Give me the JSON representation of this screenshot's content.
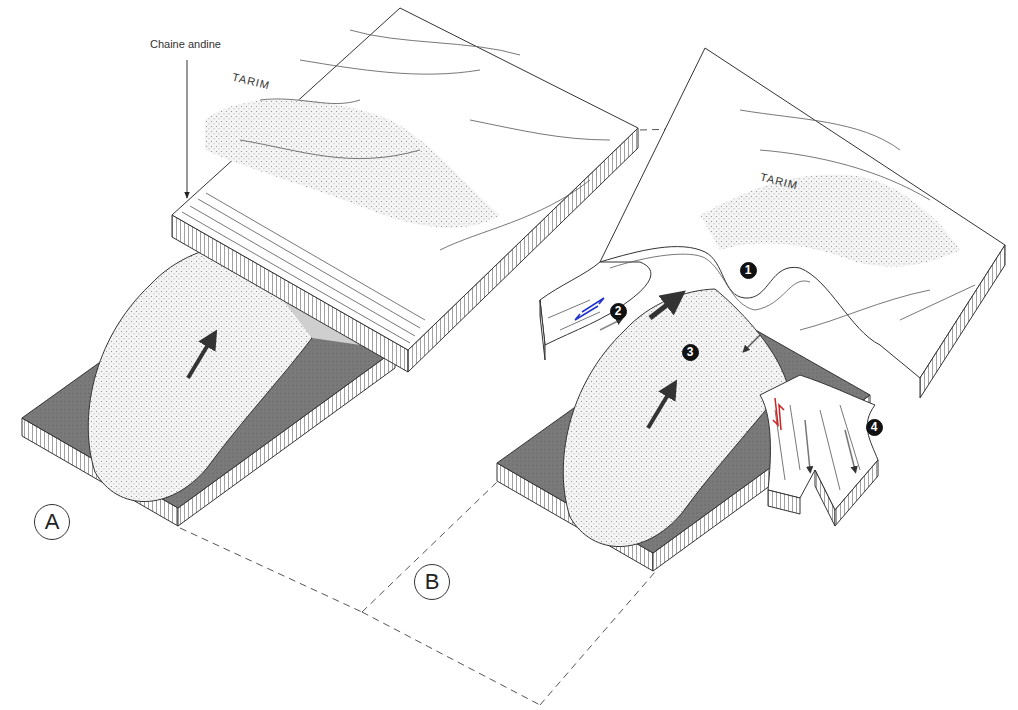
{
  "diagram": {
    "nodes": [
      {
        "text": [
          "1"
        ]
      },
      {
        "text": [
          "2"
        ]
      },
      {
        "text": [
          "3"
        ]
      },
      {
        "text": [
          "4"
        ]
      },
      {
        "text": [
          "A"
        ]
      },
      {
        "text": [
          "B"
        ]
      }
    ],
    "labels": [
      "Chaine andine",
      "TARIM",
      "TARIM"
    ]
  }
}
